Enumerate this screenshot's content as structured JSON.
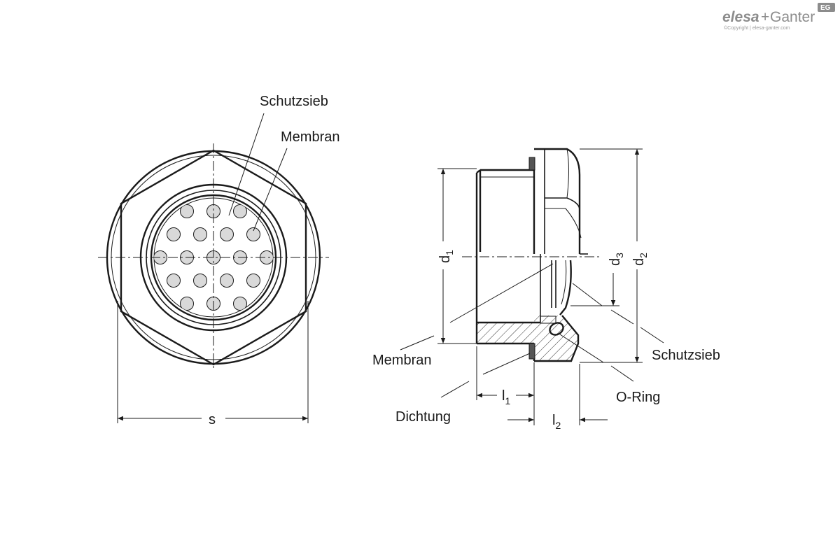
{
  "brand": {
    "name_left": "elesa",
    "name_plus": "+",
    "name_right": "Ganter",
    "badge": "EG",
    "copyright": "©Copyright | elesa-ganter.com"
  },
  "front_view": {
    "label_screen": "Schutzsieb",
    "label_membrane": "Membran",
    "dim_s": "s"
  },
  "side_view": {
    "dim_d1": "d",
    "dim_d1_sub": "1",
    "dim_d2": "d",
    "dim_d2_sub": "2",
    "dim_d3": "d",
    "dim_d3_sub": "3",
    "dim_l1": "l",
    "dim_l1_sub": "1",
    "dim_l2": "l",
    "dim_l2_sub": "2",
    "label_membrane": "Membran",
    "label_gasket": "Dichtung",
    "label_screen": "Schutzsieb",
    "label_oring": "O-Ring"
  },
  "colors": {
    "line": "#1a1a1a",
    "hole_fill": "#d9d9d9",
    "gasket_fill": "#555555",
    "logo_gray": "#8c8c8c"
  }
}
